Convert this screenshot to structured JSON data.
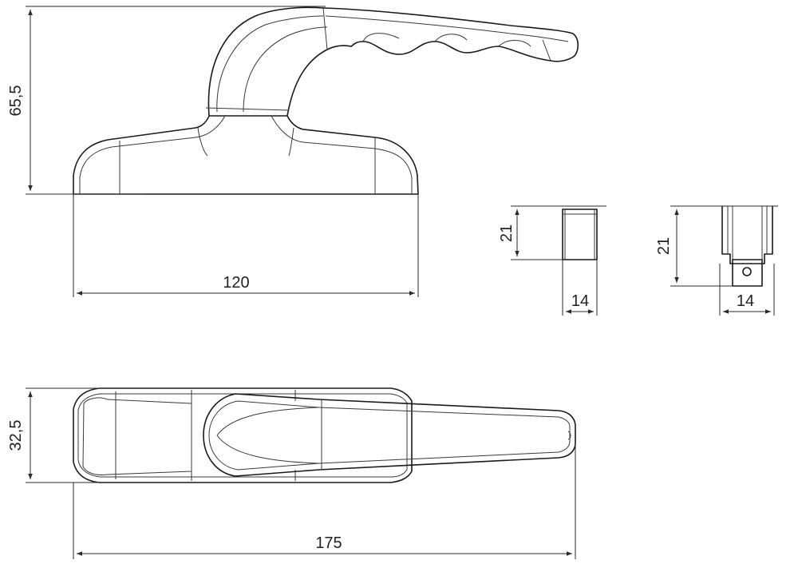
{
  "dimensions": {
    "side_height": "65,5",
    "side_base_width": "120",
    "end_a_height": "21",
    "end_a_width": "14",
    "end_b_height": "21",
    "end_b_width": "14",
    "top_height": "32,5",
    "top_length": "175"
  }
}
